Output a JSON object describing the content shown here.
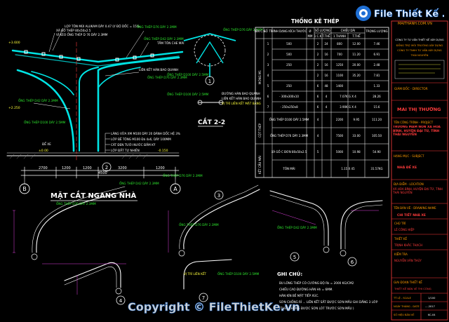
{
  "drawing": {
    "elevation_title": "MẶT CẮT NGANG NHÀ",
    "section_title": "CẮT 2-2",
    "roof_labels": [
      "LỢP TÔN MÚI ALUKAM DÀY 0.47 LY ĐỘ DỐC = 15%",
      "XÀ GỒ THÉP 80x50x2.5",
      "VÌ KÈO ỐNG THÉP D 76 DÀY 2.3MM",
      "ỐNG THÉP D76 DÀY 2.3MM",
      "ỐNG THÉP D42 DÀY 2.3MM",
      "TẤM TÔN CHE MÁI",
      "LIÊN KẾT HÀN BAO QUANH",
      "ỐNG THÉP D76 DÀY 2.3MM",
      "ỐNG THÉP D42 DÀY 2.3MM",
      "ỐNG THÉP D100 DÀY 2.5MM",
      "ĐỂ XE"
    ],
    "section_labels": [
      "ỐNG THÉP D76 DÀY 2.3MM",
      "ĐƯỜNG HÀN BAO QUANH",
      "LIÊN KẾT HÀN BAO QUANH",
      "VỊ TRÍ LIÊN KẾT MẶT BẰNG",
      "ỐNG THÉP D100 DÀY 2.5MM",
      "ỐNG THÉP D100 DÀY 2.5MM"
    ],
    "floor_notes": [
      "LÁNG VỮA XM M100 DÀY 20 ĐÁNH DỐC HỆ 3%",
      "LỚP BÊ TÔNG M100 Đá 4x6, DÀY 100MM",
      "CÁT ĐEN TƯỚI NƯỚC ĐẦM KỸ",
      "LỚP ĐẤT TỰ NHIÊN"
    ],
    "dimension_values": [
      "2700",
      "1200",
      "1200",
      "3200",
      "1200",
      "4500"
    ],
    "axis_letters": [
      "B",
      "A"
    ],
    "level_marks": [
      "±0.00",
      "+3.600",
      "+2.250",
      "-0.150"
    ],
    "detail_numbers": [
      "1",
      "2",
      "3",
      "4",
      "5",
      "6",
      "7"
    ],
    "pipe_labels": [
      "ỐNG THÉP D76 DÀY 2.3MM",
      "ỐNG THÉP D76 DÀY 2.3MM",
      "ỐNG THÉP D42 DÀY 2.3MM",
      "ỐNG THÉP D76 DÀY 2.3MM",
      "ỐNG THÉP D42 DÀY 2.3MM",
      "VỊ TRÍ LIÊN KẾT",
      "ỐNG THÉP D100 DÀY 2.5MM"
    ],
    "notes_title": "GHI CHÚ:",
    "notes": [
      "BU LÔNG THÉP CÓ CƯỜNG ĐỘ Rk = 2000 KG/CM2",
      "CHIỀU CAO ĐƯỜNG HÀN Hh = 6MM.",
      "HÀN KÍN BỀ MẶT TIẾP XÚC.",
      "SƠN CHỐNG RỈ ... LIÊN KẾT SẮT ĐƯỢC SƠN MẦU GHI DẦNG 3 LỚP",
      "(THÉP KHÔNG ĐƯỢC SƠN LÓT TRƯỚC SƠN MẦU )"
    ]
  },
  "steel_table": {
    "title": "THỐNG KÊ THÉP",
    "headers": [
      "TÊN C.K",
      "SỐ TT",
      "HÌNH DẠNG KÍCH THƯỚC",
      "Ø",
      "SỐ LƯỢNG",
      "",
      "CHIỀU DÀI",
      "",
      "TRỌNG LƯỢNG"
    ],
    "sub_headers": [
      "MM",
      "1 C.K",
      "T.THỂ",
      "1 THANH",
      "T.THỂ",
      ""
    ],
    "groups": [
      {
        "name": "MÓNG M1",
        "rows": [
          [
            "1",
            "500",
            "",
            "2",
            "24",
            "800",
            "12.00",
            "7.46"
          ],
          [
            "2",
            "500",
            "",
            "2",
            "16",
            "700",
            "11.20",
            "6.91"
          ],
          [
            "3",
            "250",
            "",
            "2",
            "16",
            "1250",
            "20.00",
            "2.48"
          ],
          [
            "4",
            "",
            "",
            "2",
            "16",
            "1100",
            "35.20",
            "7.81"
          ],
          [
            "5",
            "250",
            "",
            "6",
            "48",
            "1400",
            "",
            "1.33"
          ],
          [
            "6",
            "- 300x300x10",
            "",
            "6",
            "4",
            "",
            "7.07K G X 4",
            "28.26"
          ],
          [
            "7",
            "- 250x250x8",
            "",
            "6",
            "4",
            "",
            "3.90K G X 4",
            "15.6"
          ]
        ]
      },
      {
        "name": "CỘT THÉP",
        "rows": [
          [
            "",
            "ỐNG THÉP D100 DÀY 2.5MM",
            "",
            "4",
            "",
            "2200",
            "9.95",
            "111.20"
          ],
          [
            "",
            "ỐNG THÉP D76 DÀY 2.3MM",
            "",
            "4",
            "",
            "7500",
            "33.00",
            "105.50"
          ]
        ]
      },
      {
        "name": "KẾT CẤU MÁI",
        "rows": [
          [
            "",
            "XÀ GỒ C ĐƠN 80x50x2.5",
            "",
            "5",
            "",
            "5000",
            "10.98",
            "54.90"
          ],
          [
            "",
            "TÔN MÁI",
            "",
            "",
            "",
            "",
            "1.15 X 45",
            "31.57KG"
          ]
        ]
      }
    ]
  },
  "title_block": {
    "company_header": "CÔNG TY TƯ VẤN THIẾT KẾ XÂY DỰNG",
    "company_lines": [
      "ĐỒNG TRỢ MÔI TRƯỜNG XÂY DỰNG",
      "CÔNG TY TNHH TƯ VẤN XÂY DỰNG",
      "THÁI NGUYÊN"
    ],
    "director_label": "GIÁM ĐỐC - DIRECTOR",
    "director_name": "MAI THỊ THƯƠNG",
    "project_label": "TÊN CÔNG TRÌNH - PROJECT",
    "project_name": "TRƯỜNG MẦM NON XÃ HÒA BÌNH, HUYỆN ĐẠI TỪ, TỈNH THÁI NGUYÊN",
    "item_label": "HẠNG MỤC - SUBJECT",
    "item_name": "NHÀ ĐỂ XE",
    "location_label": "ĐỊA ĐIỂM - LOCATION",
    "location_name": "XÃ HÒA BÌNH, HUYỆN ĐẠI TỪ, TỈNH THÁI NGUYÊN",
    "drawing_label": "TÊN BẢN VẼ - DRAWING NAME",
    "drawing_name": "CHI TIẾT NHÀ XE",
    "roles": [
      {
        "label": "CHỦ TRÌ",
        "name": "LÊ CÔNG HIỆP"
      },
      {
        "label": "THIẾT KẾ",
        "name": "TRỊNH KHẮC THẠCH"
      },
      {
        "label": "KIỂM TRA",
        "name": "NGUYỄN VĂN THỦY"
      }
    ],
    "stage_label": "GIAI ĐOẠN THIẾT KẾ",
    "stage_name": "THIẾT KẾ BẢN VẼ THI CÔNG",
    "scale_label": "TỶ LỆ - SCALE",
    "date_label": "NGÀY THÁNG - DATE",
    "sheet_label": "SỐ HIỆU BẢN VẼ",
    "scale_value": "1/100",
    "date_value": "...-2017",
    "sheet_value": "KC-04"
  },
  "watermark": {
    "brand": "File Thiết Kế .vn",
    "site": "MAITHANH.COM.VN",
    "copyright": "Copyright © FileThietKe.vn"
  },
  "colors": {
    "background": "#000000",
    "line": "#ffffff",
    "cyan": "#00e5e5",
    "green": "#2ee82e",
    "red": "#ff3b3b",
    "yellow": "#ffff3c",
    "magenta": "#e040e0",
    "orange": "#ff9a00",
    "blue": "#1f6fd4"
  }
}
